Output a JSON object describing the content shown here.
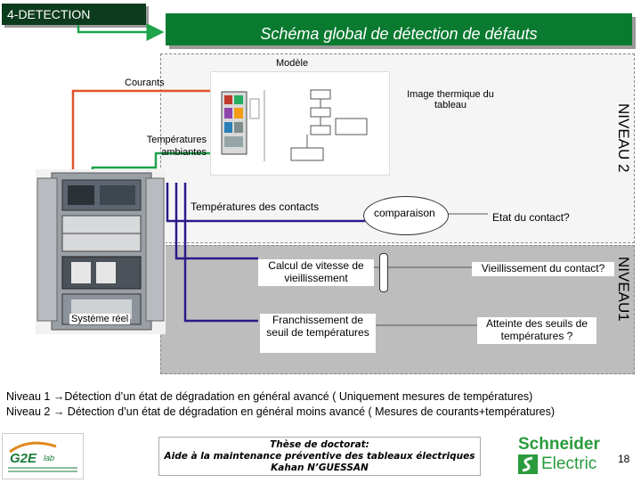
{
  "header": {
    "section": "4-DETECTION",
    "title": "Schéma global de détection de défauts"
  },
  "diagram": {
    "model_label": "Modèle",
    "currents_label": "Courants",
    "ambient_temps_label": "Températures ambiantes",
    "thermal_image_label": "Image thermique du tableau",
    "contact_temps_label": "Températures des contacts",
    "comparison_label": "comparaison",
    "contact_state_label": "Etat du contact?",
    "aging_speed_label": "Calcul de vitesse de vieillissement",
    "contact_aging_label": "Vieillissement du contact?",
    "threshold_cross_label": "Franchissement de seuil de températures",
    "threshold_reached_label": "Atteinte des seuils de températures ?",
    "real_system_label": "Système réel",
    "level2_label": "NIVEAU 2",
    "level1_label": "NIVEAU1"
  },
  "notes": {
    "level1_prefix": "Niveau 1 ",
    "level1_text": "Détection d’un état de dégradation en général avancé ( Uniquement mesures de températures)",
    "level2_prefix": "Niveau 2 ",
    "level2_text": " Détection d’un état de dégradation en général moins avancé ( Mesures de courants+températures)"
  },
  "footer": {
    "thesis_line1": "Thèse de doctorat:",
    "thesis_line2": "Aide à la maintenance préventive des tableaux électriques",
    "thesis_line3": "Kahan N’GUESSAN",
    "left_logo_text": "G2E lab",
    "schneider_line1": "Schneider",
    "schneider_line2": "Electric",
    "page_number": "18"
  },
  "colors": {
    "dark_green": "#0d3b1e",
    "title_green": "#0a7a30",
    "red_line": "#e0552b",
    "green_line": "#1fa34a",
    "purple_line": "#2b1a8a",
    "schneider_green": "#2a9b3c"
  }
}
